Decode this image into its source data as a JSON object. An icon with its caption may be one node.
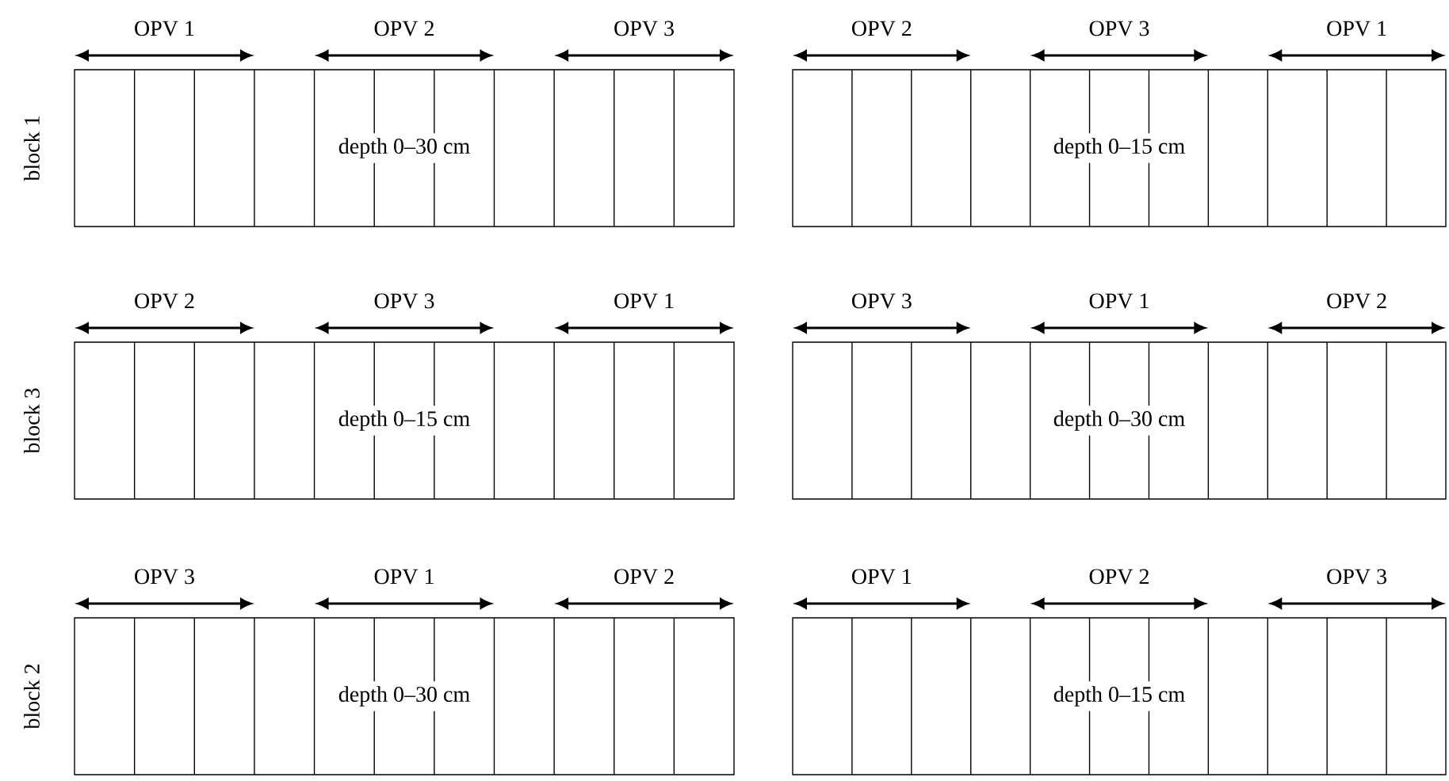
{
  "diagram": {
    "nodes": [
      {
        "text": [
          "depth 0–30 cm"
        ],
        "beside": [
          "OPV 1",
          "OPV 2",
          "OPV 3"
        ]
      },
      {
        "text": [
          "depth 0–15 cm"
        ],
        "beside": [
          "OPV 2",
          "OPV 3",
          "OPV 1"
        ]
      },
      {
        "text": [
          "depth 0–15 cm"
        ],
        "beside": [
          "OPV 2",
          "OPV 3",
          "OPV 1"
        ]
      },
      {
        "text": [
          "depth 0–30 cm"
        ],
        "beside": [
          "OPV 3",
          "OPV 1",
          "OPV 2"
        ]
      },
      {
        "text": [
          "depth 0–30 cm"
        ],
        "beside": [
          "OPV 3",
          "OPV 1",
          "OPV 2"
        ]
      },
      {
        "text": [
          "depth 0–15 cm"
        ],
        "beside": [
          "OPV 1",
          "OPV 2",
          "OPV 3"
        ]
      }
    ],
    "labels": [
      "block 1",
      "block 3",
      "block 2"
    ]
  }
}
